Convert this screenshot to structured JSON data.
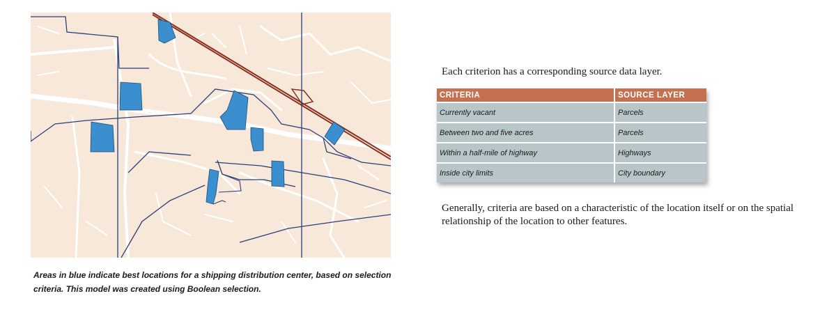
{
  "figure": {
    "caption": "Areas in blue indicate best locations for a shipping distribution center, based on selection criteria. This model was created using Boolean selection.",
    "colors": {
      "background": "#f8e8d9",
      "streets": "#ffffff",
      "boundaries": "#2a3f7a",
      "highway": "#8a2f1f",
      "selected_areas": "#3b8fcf"
    }
  },
  "intro_text": "Each criterion has a corresponding source data layer.",
  "table": {
    "headers": [
      "CRITERIA",
      "SOURCE LAYER"
    ],
    "rows": [
      [
        "Currently vacant",
        "Parcels"
      ],
      [
        "Between two and five acres",
        "Parcels"
      ],
      [
        "Within a half-mile of highway",
        "Highways"
      ],
      [
        "Inside city limits",
        "City boundary"
      ]
    ],
    "header_color": "#c5714f",
    "row_color": "#b9c6c9"
  },
  "outro_text": "Generally, criteria are based on a characteristic of the location itself or on the spatial relationship of the location to other features."
}
